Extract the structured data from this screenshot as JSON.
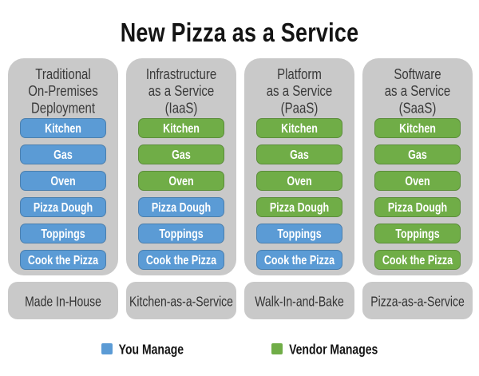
{
  "title": "New Pizza as a Service",
  "colors": {
    "you": "#5B9BD5",
    "vendor": "#70AD47",
    "panel": "#C9C9C9"
  },
  "columns": [
    {
      "header_lines": [
        "Traditional",
        "On-Premises",
        "Deployment"
      ],
      "items": [
        {
          "label": "Kitchen",
          "managed_by": "you"
        },
        {
          "label": "Gas",
          "managed_by": "you"
        },
        {
          "label": "Oven",
          "managed_by": "you"
        },
        {
          "label": "Pizza Dough",
          "managed_by": "you"
        },
        {
          "label": "Toppings",
          "managed_by": "you"
        },
        {
          "label": "Cook the Pizza",
          "managed_by": "you"
        }
      ],
      "footer": "Made In-House"
    },
    {
      "header_lines": [
        "Infrastructure",
        "as a Service",
        "(IaaS)"
      ],
      "items": [
        {
          "label": "Kitchen",
          "managed_by": "vendor"
        },
        {
          "label": "Gas",
          "managed_by": "vendor"
        },
        {
          "label": "Oven",
          "managed_by": "vendor"
        },
        {
          "label": "Pizza Dough",
          "managed_by": "you"
        },
        {
          "label": "Toppings",
          "managed_by": "you"
        },
        {
          "label": "Cook the Pizza",
          "managed_by": "you"
        }
      ],
      "footer": "Kitchen-as-a-Service"
    },
    {
      "header_lines": [
        "Platform",
        "as a Service",
        "(PaaS)"
      ],
      "items": [
        {
          "label": "Kitchen",
          "managed_by": "vendor"
        },
        {
          "label": "Gas",
          "managed_by": "vendor"
        },
        {
          "label": "Oven",
          "managed_by": "vendor"
        },
        {
          "label": "Pizza Dough",
          "managed_by": "vendor"
        },
        {
          "label": "Toppings",
          "managed_by": "you"
        },
        {
          "label": "Cook the Pizza",
          "managed_by": "you"
        }
      ],
      "footer": "Walk-In-and-Bake"
    },
    {
      "header_lines": [
        "Software",
        "as a Service",
        "(SaaS)"
      ],
      "items": [
        {
          "label": "Kitchen",
          "managed_by": "vendor"
        },
        {
          "label": "Gas",
          "managed_by": "vendor"
        },
        {
          "label": "Oven",
          "managed_by": "vendor"
        },
        {
          "label": "Pizza Dough",
          "managed_by": "vendor"
        },
        {
          "label": "Toppings",
          "managed_by": "vendor"
        },
        {
          "label": "Cook the Pizza",
          "managed_by": "vendor"
        }
      ],
      "footer": "Pizza-as-a-Service"
    }
  ],
  "legend": [
    {
      "label": "You Manage",
      "key": "you"
    },
    {
      "label": "Vendor Manages",
      "key": "vendor"
    }
  ]
}
